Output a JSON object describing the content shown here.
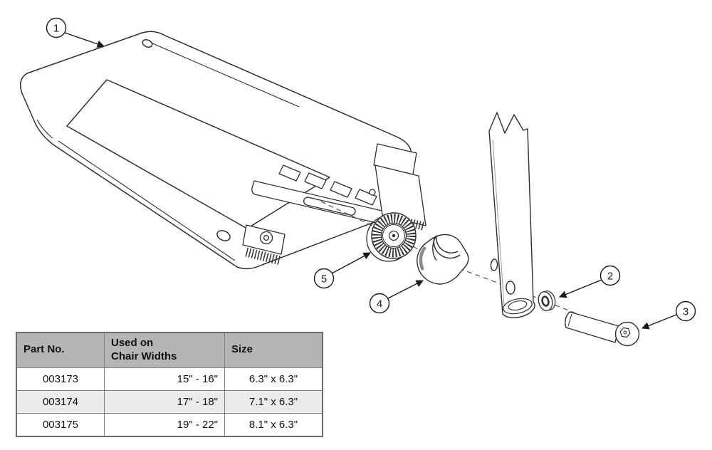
{
  "diagram": {
    "callouts": [
      "1",
      "2",
      "3",
      "4",
      "5"
    ]
  },
  "table": {
    "headers": [
      "Part No.",
      "Used on\nChair Widths",
      "Size"
    ],
    "rows": [
      [
        "003173",
        "15\" - 16\"",
        "6.3\" x 6.3\""
      ],
      [
        "003174",
        "17\" - 18\"",
        "7.1\" x 6.3\""
      ],
      [
        "003175",
        "19\" - 22\"",
        "8.1\" x 6.3\""
      ]
    ]
  },
  "colors": {
    "line": "#2e2e2e",
    "table_header_bg": "#b5b5b5",
    "table_row_alt_bg": "#ebebeb"
  }
}
